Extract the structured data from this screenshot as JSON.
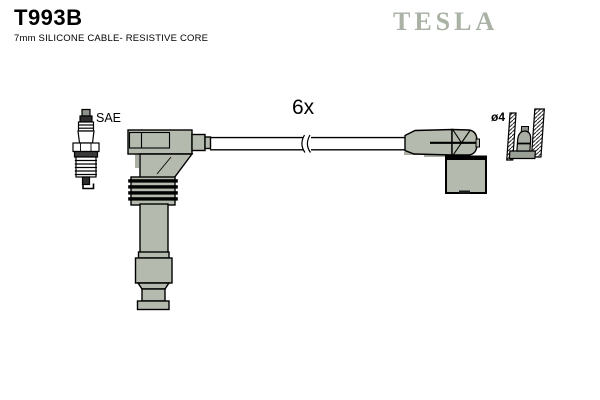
{
  "header": {
    "part_number": "T993B",
    "subtitle": "7mm SILICONE CABLE- RESISTIVE CORE",
    "brand": "TESLA"
  },
  "diagram": {
    "spark_plug_label": "SAE",
    "quantity_label": "6x",
    "diameter_label": "ø4"
  },
  "colors": {
    "boot_gray": "#b4baae",
    "brand_gray": "#a9b2a4",
    "shadow_gray": "#a9afa3",
    "dark_metal": "#8d938a",
    "line_black": "#000000"
  }
}
